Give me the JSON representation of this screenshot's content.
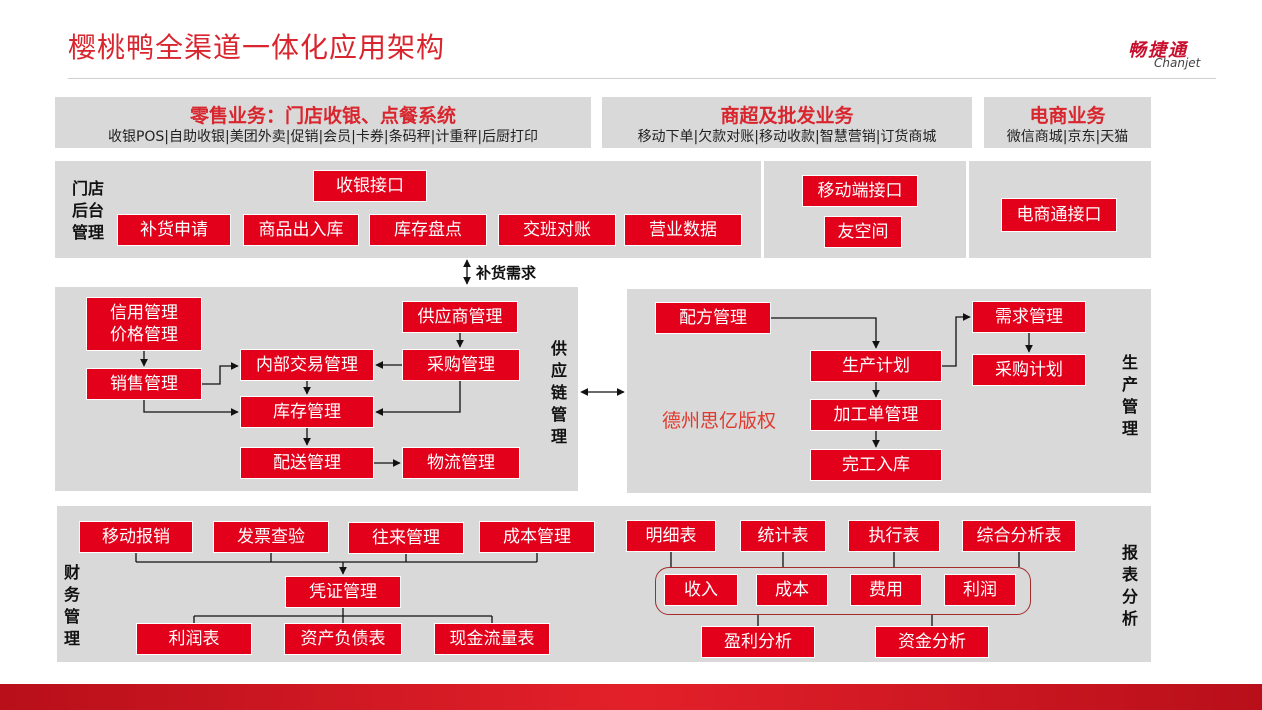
{
  "title": "樱桃鸭全渠道一体化应用架构",
  "logo": {
    "cn": "畅捷通",
    "en": "Chanjet"
  },
  "channels": {
    "retail": {
      "title": "零售业务：门店收银、点餐系统",
      "subtitle": "收银POS|自助收银|美团外卖|促销|会员|卡券|条码秤|计重秤|后厨打印"
    },
    "wholesale": {
      "title": "商超及批发业务",
      "subtitle": "移动下单|欠款对账|移动收款|智慧营销|订货商城"
    },
    "ecommerce": {
      "title": "电商业务",
      "subtitle": "微信商城|京东|天猫"
    }
  },
  "store_backend": {
    "label": "门店\n后台\n管理",
    "pos_interface": "收银接口",
    "items": [
      "补货申请",
      "商品出入库",
      "库存盘点",
      "交班对账",
      "营业数据"
    ],
    "mobile_interface": "移动端接口",
    "friend_space": "友空间",
    "ecom_interface": "电商通接口"
  },
  "replenish_demand": "补货需求",
  "supply_chain": {
    "label": "供\n应\n链\n管\n理",
    "credit_price": "信用管理\n价格管理",
    "sales": "销售管理",
    "internal_trade": "内部交易管理",
    "supplier": "供应商管理",
    "purchase": "采购管理",
    "inventory": "库存管理",
    "delivery": "配送管理",
    "logistics": "物流管理"
  },
  "production": {
    "label": "生\n产\n管\n理",
    "recipe": "配方管理",
    "plan": "生产计划",
    "demand": "需求管理",
    "purchase_plan": "采购计划",
    "work_order": "加工单管理",
    "finished": "完工入库",
    "watermark": "德州思亿版权"
  },
  "finance": {
    "label": "财\n务\n管\n理",
    "top": [
      "移动报销",
      "发票查验",
      "往来管理",
      "成本管理"
    ],
    "voucher": "凭证管理",
    "bottom": [
      "利润表",
      "资产负债表",
      "现金流量表"
    ]
  },
  "reports": {
    "label": "报\n表\n分\n析",
    "top": [
      "明细表",
      "统计表",
      "执行表",
      "综合分析表"
    ],
    "middle": [
      "收入",
      "成本",
      "费用",
      "利润"
    ],
    "bottom": [
      "盈利分析",
      "资金分析"
    ]
  },
  "colors": {
    "accent": "#e3001b",
    "title": "#d9262e",
    "panel": "#d9d9d9"
  }
}
